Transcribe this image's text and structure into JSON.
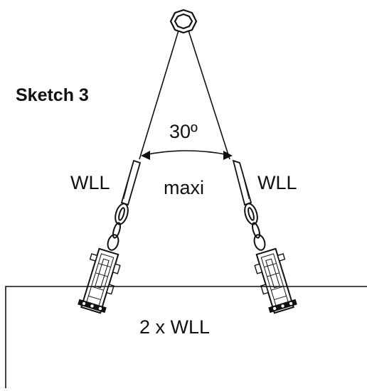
{
  "title": "Sketch 3",
  "angle_label": "30º",
  "left_leg_label": "WLL",
  "range_label": "maxi",
  "right_leg_label": "WLL",
  "load_label": "2 x WLL",
  "colors": {
    "line": "#111111",
    "background": "#ffffff"
  }
}
